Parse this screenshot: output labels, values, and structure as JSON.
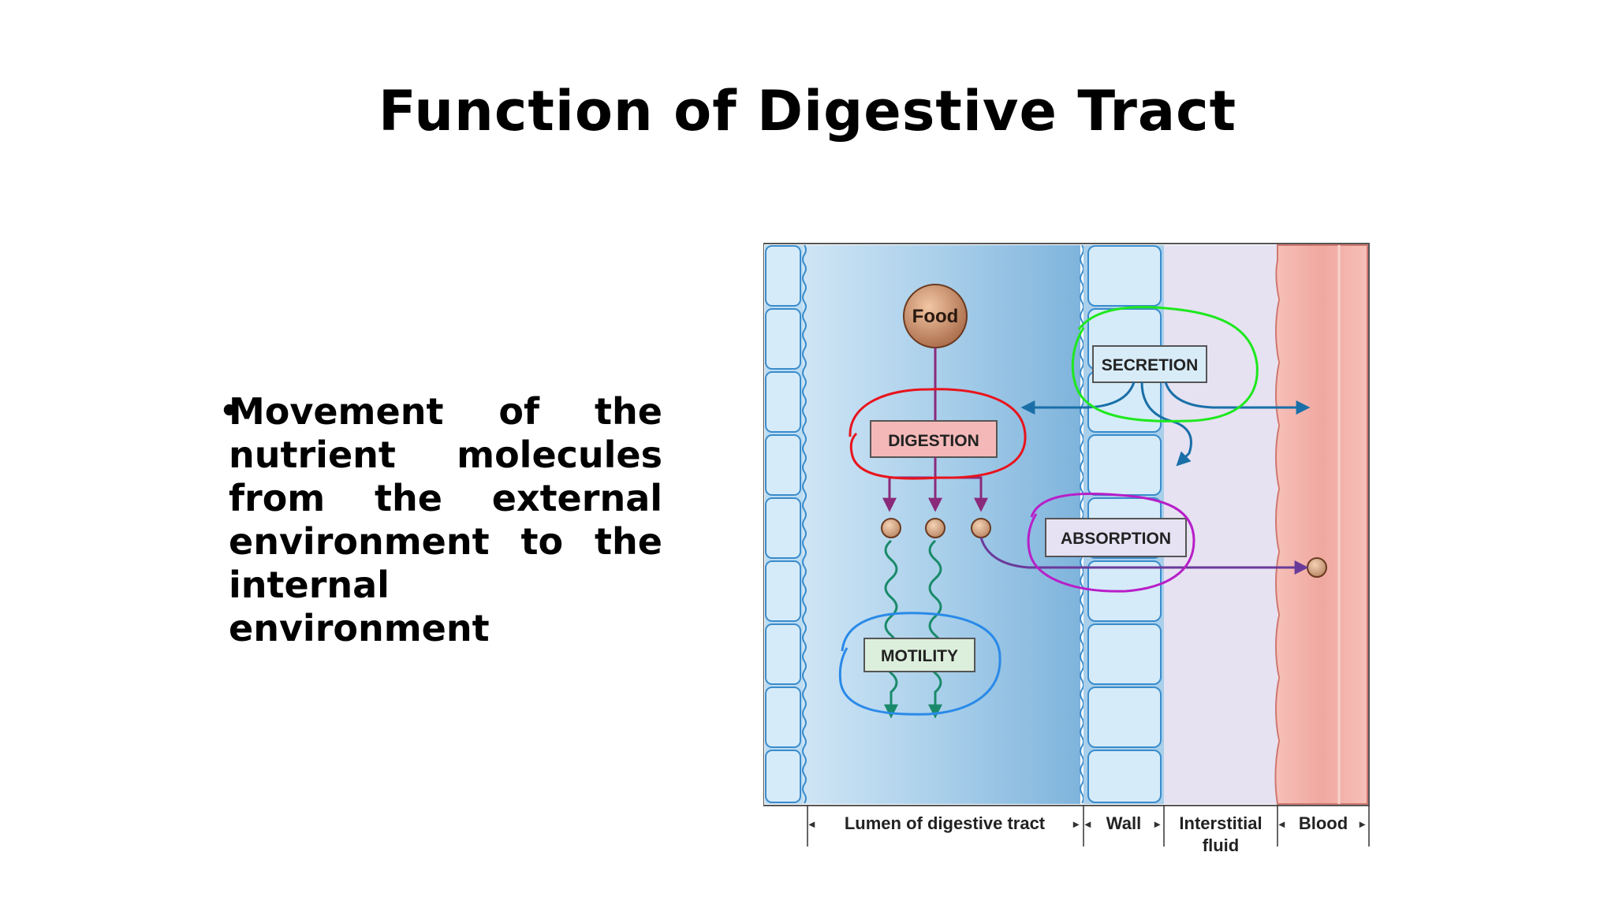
{
  "slide": {
    "title": "Function of Digestive Tract",
    "bullet_symbol": "•",
    "bullet_text": "Movement of the nutrient molecules from the external environment to the internal environment"
  },
  "diagram": {
    "food_label": "Food",
    "processes": {
      "digestion": "DIGESTION",
      "secretion": "SECRETION",
      "absorption": "ABSORPTION",
      "motility": "MOTILITY"
    },
    "regions": {
      "lumen": "Lumen of digestive tract",
      "wall": "Wall",
      "interstitial_line1": "Interstitial",
      "interstitial_line2": "fluid",
      "blood": "Blood"
    },
    "colors": {
      "digestion_circle": "#e8141c",
      "secretion_circle": "#1ee81e",
      "absorption_circle": "#b81ec8",
      "motility_circle": "#2a8ae8",
      "digestion_arrows": "#8a2a7a",
      "secretion_arrows": "#1a6fa8",
      "absorption_arrow": "#6a3a9a",
      "motility_waves": "#1a8a6a"
    }
  }
}
